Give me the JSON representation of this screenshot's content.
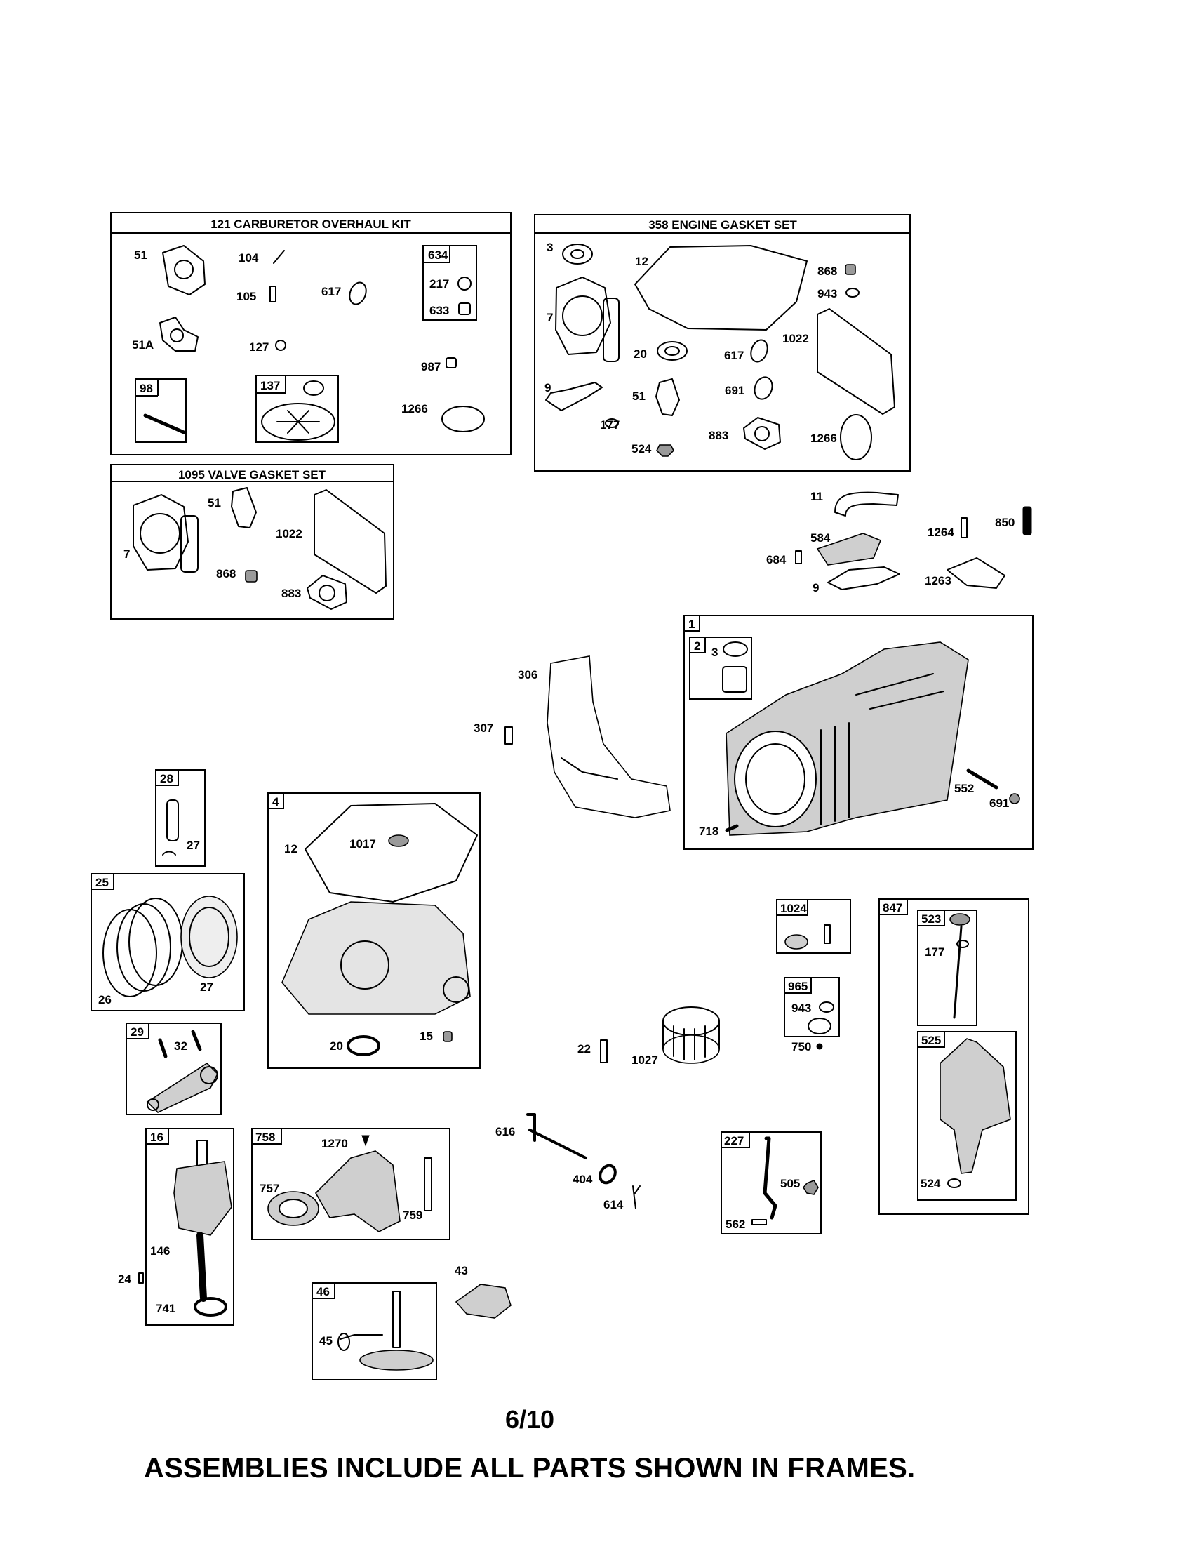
{
  "kits": {
    "carburetor_overhaul": {
      "title": "121 CARBURETOR OVERHAUL KIT"
    },
    "engine_gasket": {
      "title": "358 ENGINE GASKET SET"
    },
    "valve_gasket": {
      "title": "1095 VALVE GASKET SET"
    }
  },
  "parts": {
    "c_51": "51",
    "c_51A": "51A",
    "c_104": "104",
    "c_105": "105",
    "c_617": "617",
    "c_127": "127",
    "c_634": "634",
    "c_217": "217",
    "c_633": "633",
    "c_987": "987",
    "c_98": "98",
    "c_137": "137",
    "c_1266": "1266",
    "e_3": "3",
    "e_12": "12",
    "e_868": "868",
    "e_943": "943",
    "e_7": "7",
    "e_20": "20",
    "e_617": "617",
    "e_1022": "1022",
    "e_9": "9",
    "e_51": "51",
    "e_691": "691",
    "e_177": "177",
    "e_883": "883",
    "e_1266": "1266",
    "e_524": "524",
    "v_7": "7",
    "v_51": "51",
    "v_1022": "1022",
    "v_868": "868",
    "v_883": "883",
    "p_11": "11",
    "p_584": "584",
    "p_684": "684",
    "p_9": "9",
    "p_1264": "1264",
    "p_850": "850",
    "p_1263": "1263",
    "p_1": "1",
    "p_2": "2",
    "p_3": "3",
    "p_552": "552",
    "p_691": "691",
    "p_718": "718",
    "p_306": "306",
    "p_307": "307",
    "p_28": "28",
    "p_27a": "27",
    "p_25": "25",
    "p_26": "26",
    "p_27b": "27",
    "p_4": "4",
    "p_12": "12",
    "p_1017": "1017",
    "p_20": "20",
    "p_15": "15",
    "p_29": "29",
    "p_32": "32",
    "p_1024": "1024",
    "p_965": "965",
    "p_943": "943",
    "p_750": "750",
    "p_847": "847",
    "p_523": "523",
    "p_177": "177",
    "p_525": "525",
    "p_524": "524",
    "p_22": "22",
    "p_1027": "1027",
    "p_16": "16",
    "p_146": "146",
    "p_24": "24",
    "p_741": "741",
    "p_758": "758",
    "p_1270": "1270",
    "p_757": "757",
    "p_759": "759",
    "p_616": "616",
    "p_404": "404",
    "p_614": "614",
    "p_227": "227",
    "p_505": "505",
    "p_562": "562",
    "p_43": "43",
    "p_46": "46",
    "p_45": "45"
  },
  "page_number": "6/10",
  "footer_note": "ASSEMBLIES INCLUDE ALL PARTS SHOWN IN FRAMES."
}
